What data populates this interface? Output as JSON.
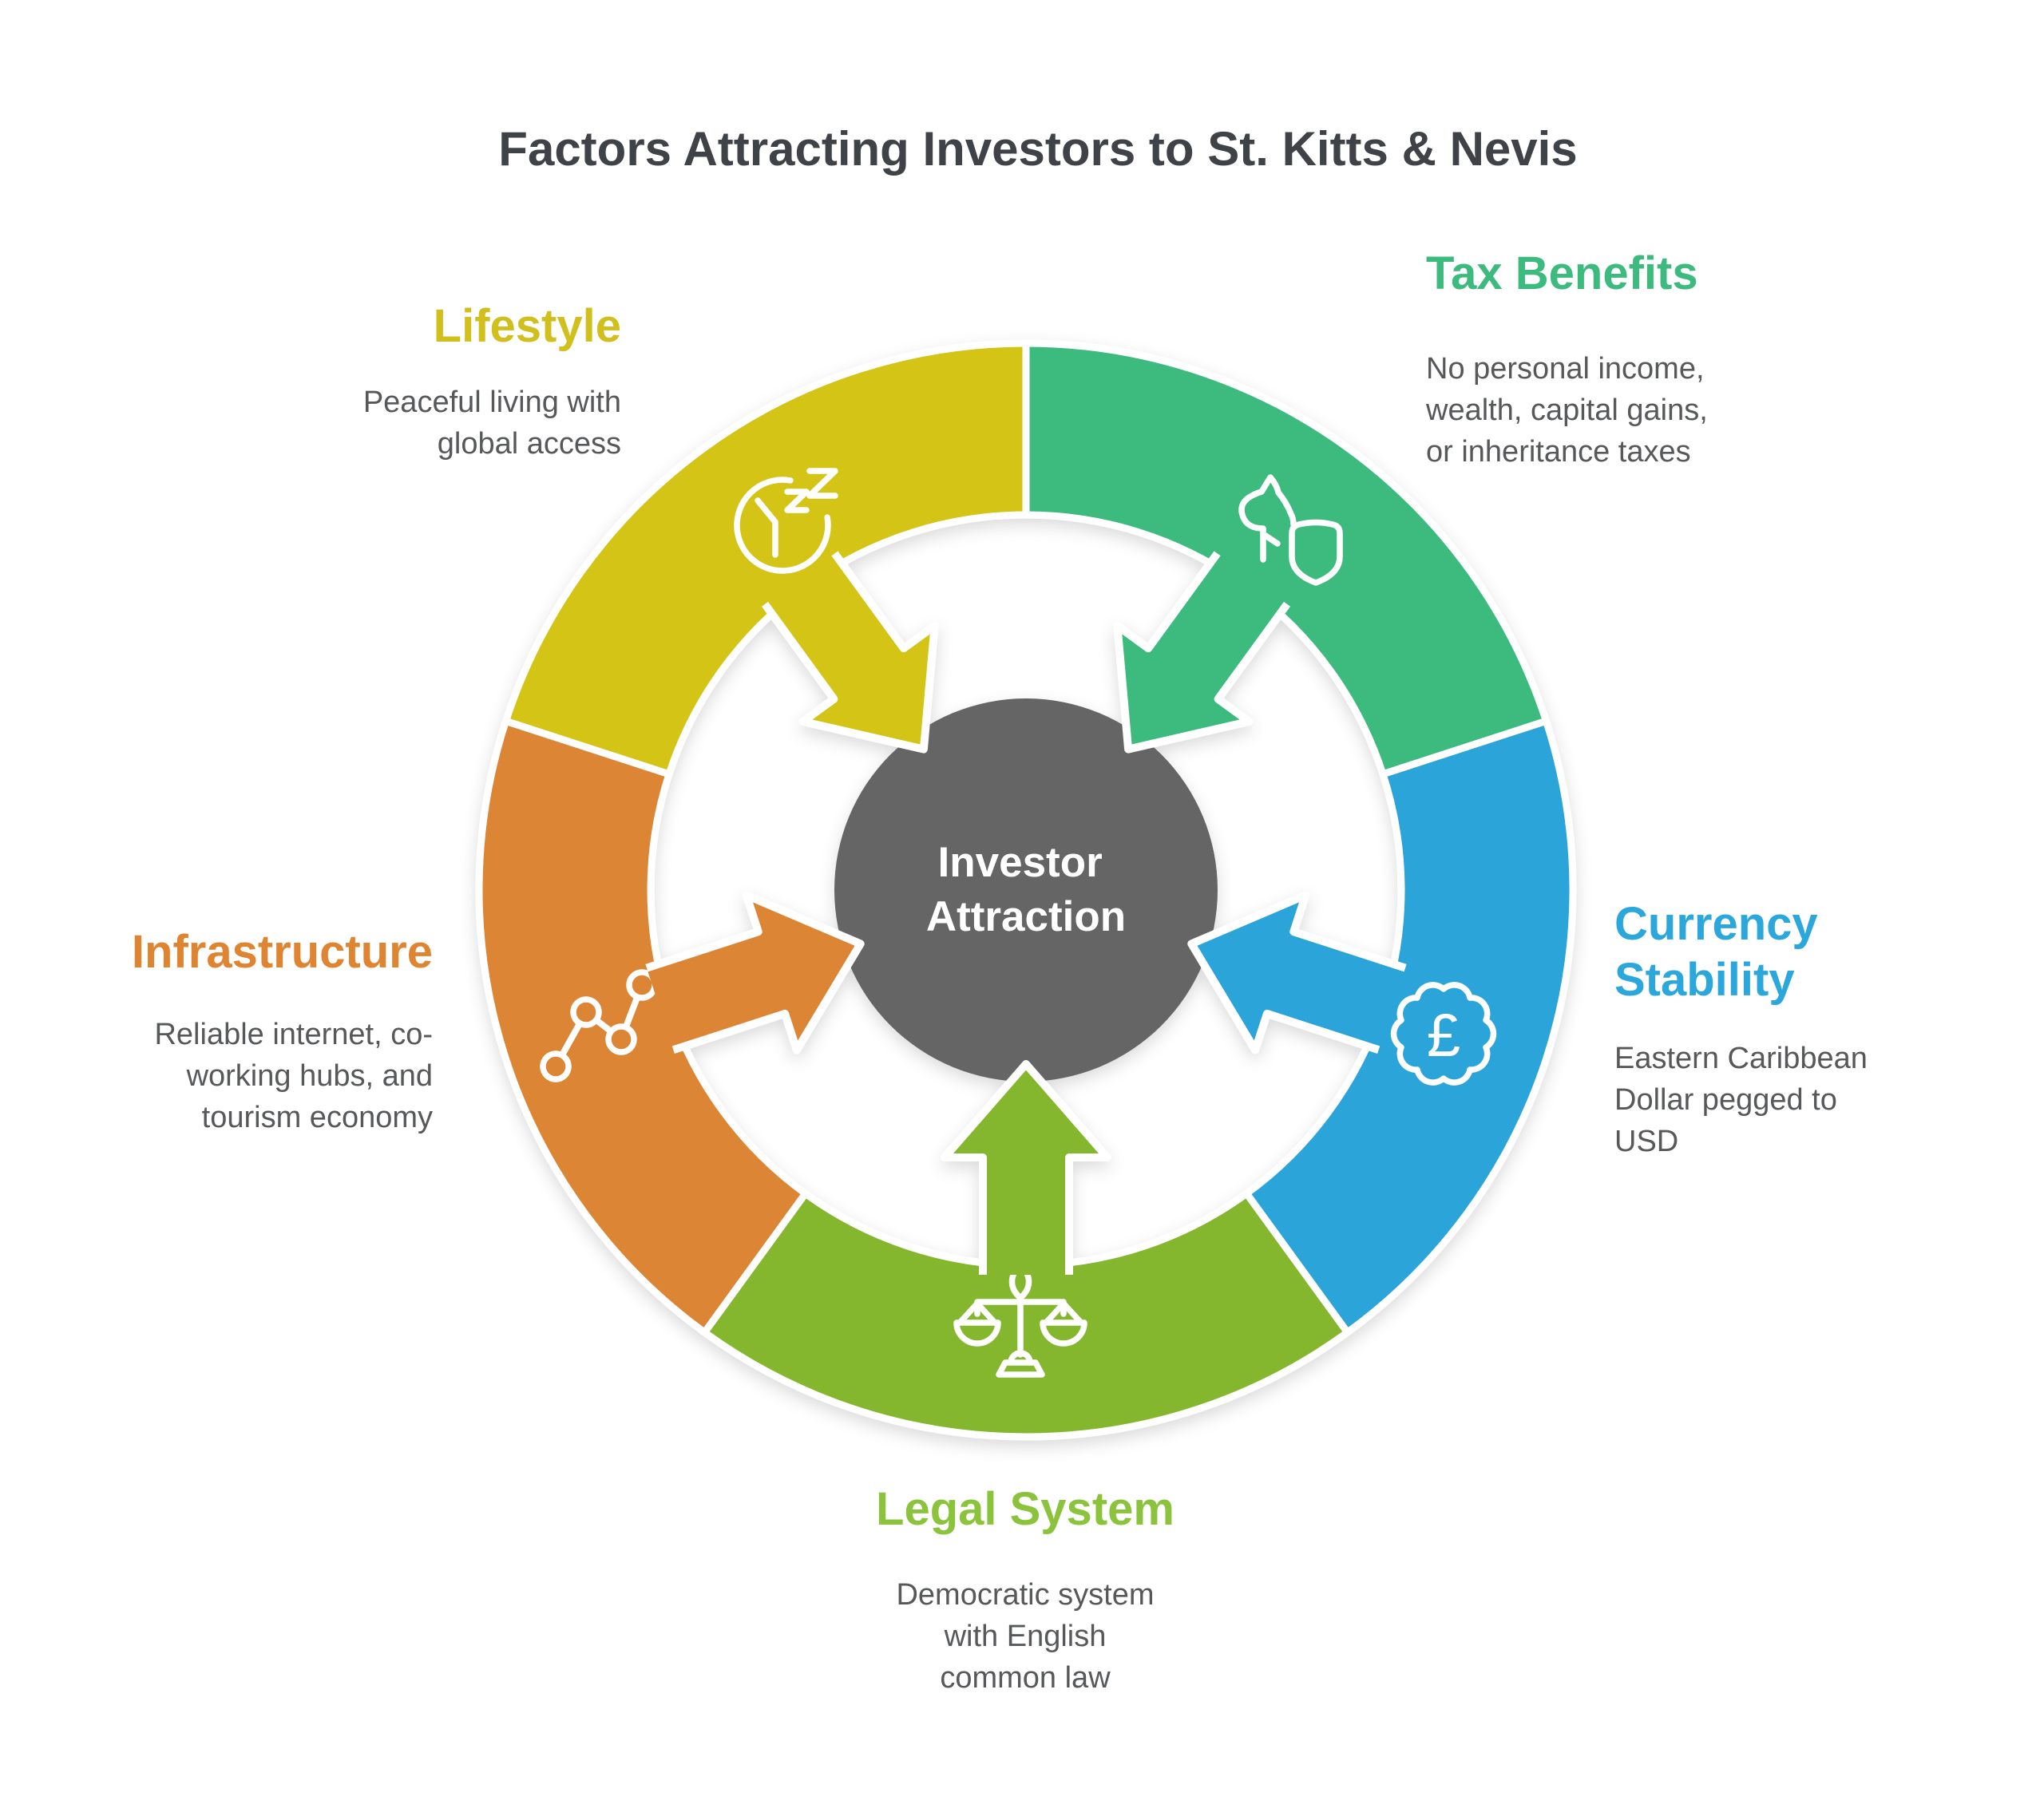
{
  "title": "Factors Attracting Investors to St. Kitts & Nevis",
  "title_color": "#3f4347",
  "background_color": "#ffffff",
  "body_text_color": "#57585a",
  "center": {
    "label_line1": "Investor",
    "label_line2": "Attraction",
    "color": "#656566",
    "text_color": "#ffffff"
  },
  "sections": [
    {
      "id": "tax-benefits",
      "label": "Tax Benefits",
      "description": "No personal income,\nwealth, capital gains,\nor inheritance taxes",
      "color": "#3cba7d",
      "heading_color": "#3dba7e",
      "icon": "piggy-bank-shield-icon"
    },
    {
      "id": "currency-stability",
      "label": "Currency\nStability",
      "description": "Eastern Caribbean\nDollar pegged to\nUSD",
      "color": "#29a4d9",
      "heading_color": "#2ba7dc",
      "icon": "pound-badge-icon",
      "icon_glyph": "£"
    },
    {
      "id": "legal-system",
      "label": "Legal System",
      "description": "Democratic system\nwith English\ncommon law",
      "color": "#85b72f",
      "heading_color": "#8bc43c",
      "icon": "scales-of-justice-icon"
    },
    {
      "id": "infrastructure",
      "label": "Infrastructure",
      "description": "Reliable internet, co-\nworking hubs, and\ntourism economy",
      "color": "#dc8534",
      "heading_color": "#df8430",
      "icon": "network-nodes-icon"
    },
    {
      "id": "lifestyle",
      "label": "Lifestyle",
      "description": "Peaceful living with\nglobal access",
      "color": "#d3c414",
      "heading_color": "#d1bf1d",
      "icon": "sleep-clock-icon"
    }
  ]
}
